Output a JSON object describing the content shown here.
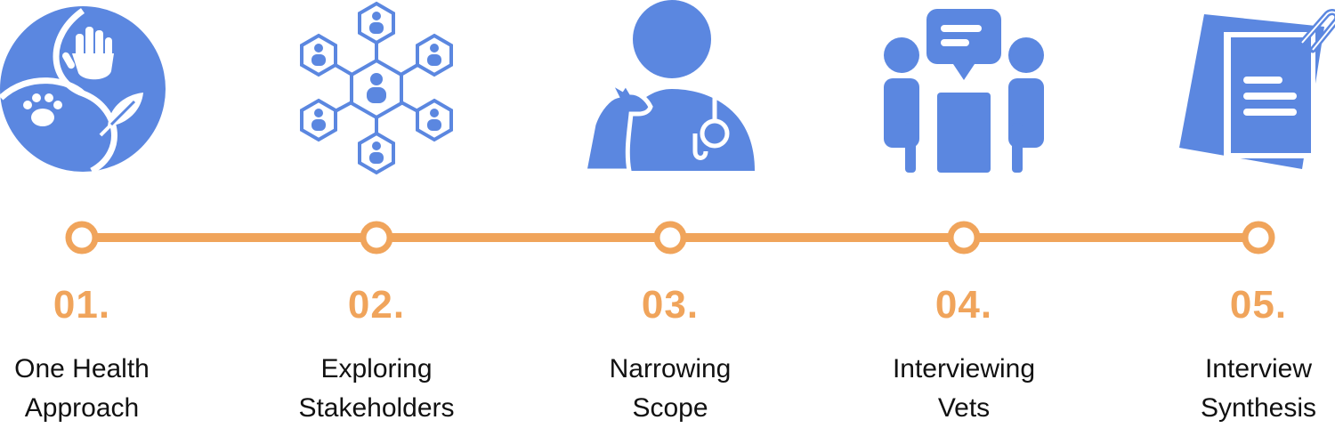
{
  "colors": {
    "icon": "#5B87E0",
    "accent": "#F0A45B",
    "text": "#111111"
  },
  "steps": [
    {
      "number": "01.",
      "label": "One Health\nApproach",
      "icon": "one-health-icon"
    },
    {
      "number": "02.",
      "label": "Exploring\nStakeholders",
      "icon": "stakeholder-network-icon"
    },
    {
      "number": "03.",
      "label": "Narrowing\nScope",
      "icon": "vet-with-dog-icon"
    },
    {
      "number": "04.",
      "label": "Interviewing\nVets",
      "icon": "interview-icon"
    },
    {
      "number": "05.",
      "label": "Interview\nSynthesis",
      "icon": "document-icon"
    }
  ]
}
